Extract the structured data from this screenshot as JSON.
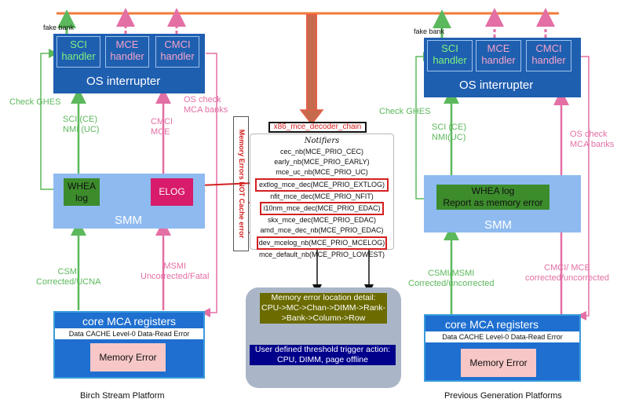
{
  "left_platform": {
    "fake_bank": "fake bank",
    "handlers": [
      "SCI\nhandler",
      "MCE\nhandler",
      "CMCI\nhandler"
    ],
    "os_interrupter": "OS interrupter",
    "check_ghes": "Check GHES",
    "sci_label": "SCI (CE)\nNMI (UC)",
    "cmci_label": "CMCI\nMCE",
    "os_check": "OS check\nMCA banks",
    "whea": "WHEA\nlog",
    "elog": "ELOG",
    "smm": "SMM",
    "csmi": "CSMI\nCorrected/UCNA",
    "msmi": "MSMI\nUncorrected/Fatal",
    "mca_title": "core MCA registers",
    "mca_sub": "Data CACHE Level-0 Data-Read Error",
    "memory_error": "Memory Error",
    "footer": "Birch Stream Platform"
  },
  "center": {
    "vertical_label": "Memory Errors NOT Cache error",
    "chain_title": "x86_mce_decoder_chain",
    "notifiers_title": "Notifiers",
    "notifiers": [
      "cec_nb(MCE_PRIO_CEC)",
      "early_nb(MCE_PRIO_EARLY)",
      "mce_uc_nb(MCE_PRIO_UC)",
      "extlog_mce_dec(MCE_PRIO_EXTLOG)",
      "nfit_mce_dec(MCE_PRIO_NFIT)",
      "i10nm_mce_dec(MCE_PRIO_EDAC)",
      "skx_mce_dec(MCE_PRIO_EDAC)",
      "amd_mce_dec_nb(MCE_PRIO_EDAC)",
      "dev_mcelog_nb(MCE_PRIO_MCELOG)",
      "mce_default_nb(MCE_PRIO_LOWEST)"
    ],
    "location_detail": "Memory error location detail:\nCPU->MC->Chan->DIMM->Rank-\n>Bank->Column->Row",
    "threshold": "User defined threshold trigger action:\nCPU, DIMM, page offline"
  },
  "right_platform": {
    "fake_bank": "fake bank",
    "handlers": [
      "SCI\nhandler",
      "MCE\nhandler",
      "CMCI\nhandler"
    ],
    "os_interrupter": "OS interrupter",
    "check_ghes": "Check GHES",
    "sci_label": "SCI (CE)\nNMI(UC)",
    "os_check": "OS check\nMCA banks",
    "whea": "WHEA log\nReport as memory error",
    "smm": "SMM",
    "csmi": "CSMI/MSMI\nCorrected/uncorrected",
    "cmci": "CMCI/ MCE\ncorrected/uncorrected",
    "mca_title": "core MCA registers",
    "mca_sub": "Data CACHE Level-0 Data-Read Error",
    "memory_error": "Memory Error",
    "footer": "Previous Generation Platforms"
  },
  "colors": {
    "os_blue": "#1f5fb0",
    "smm_blue": "#8ebaf0",
    "green": "#5cb85c",
    "pink": "#e36fa4",
    "orange": "#f07a3a",
    "red": "#d42020",
    "whea_green": "#3c8c2c",
    "elog_magenta": "#d81b6a"
  }
}
